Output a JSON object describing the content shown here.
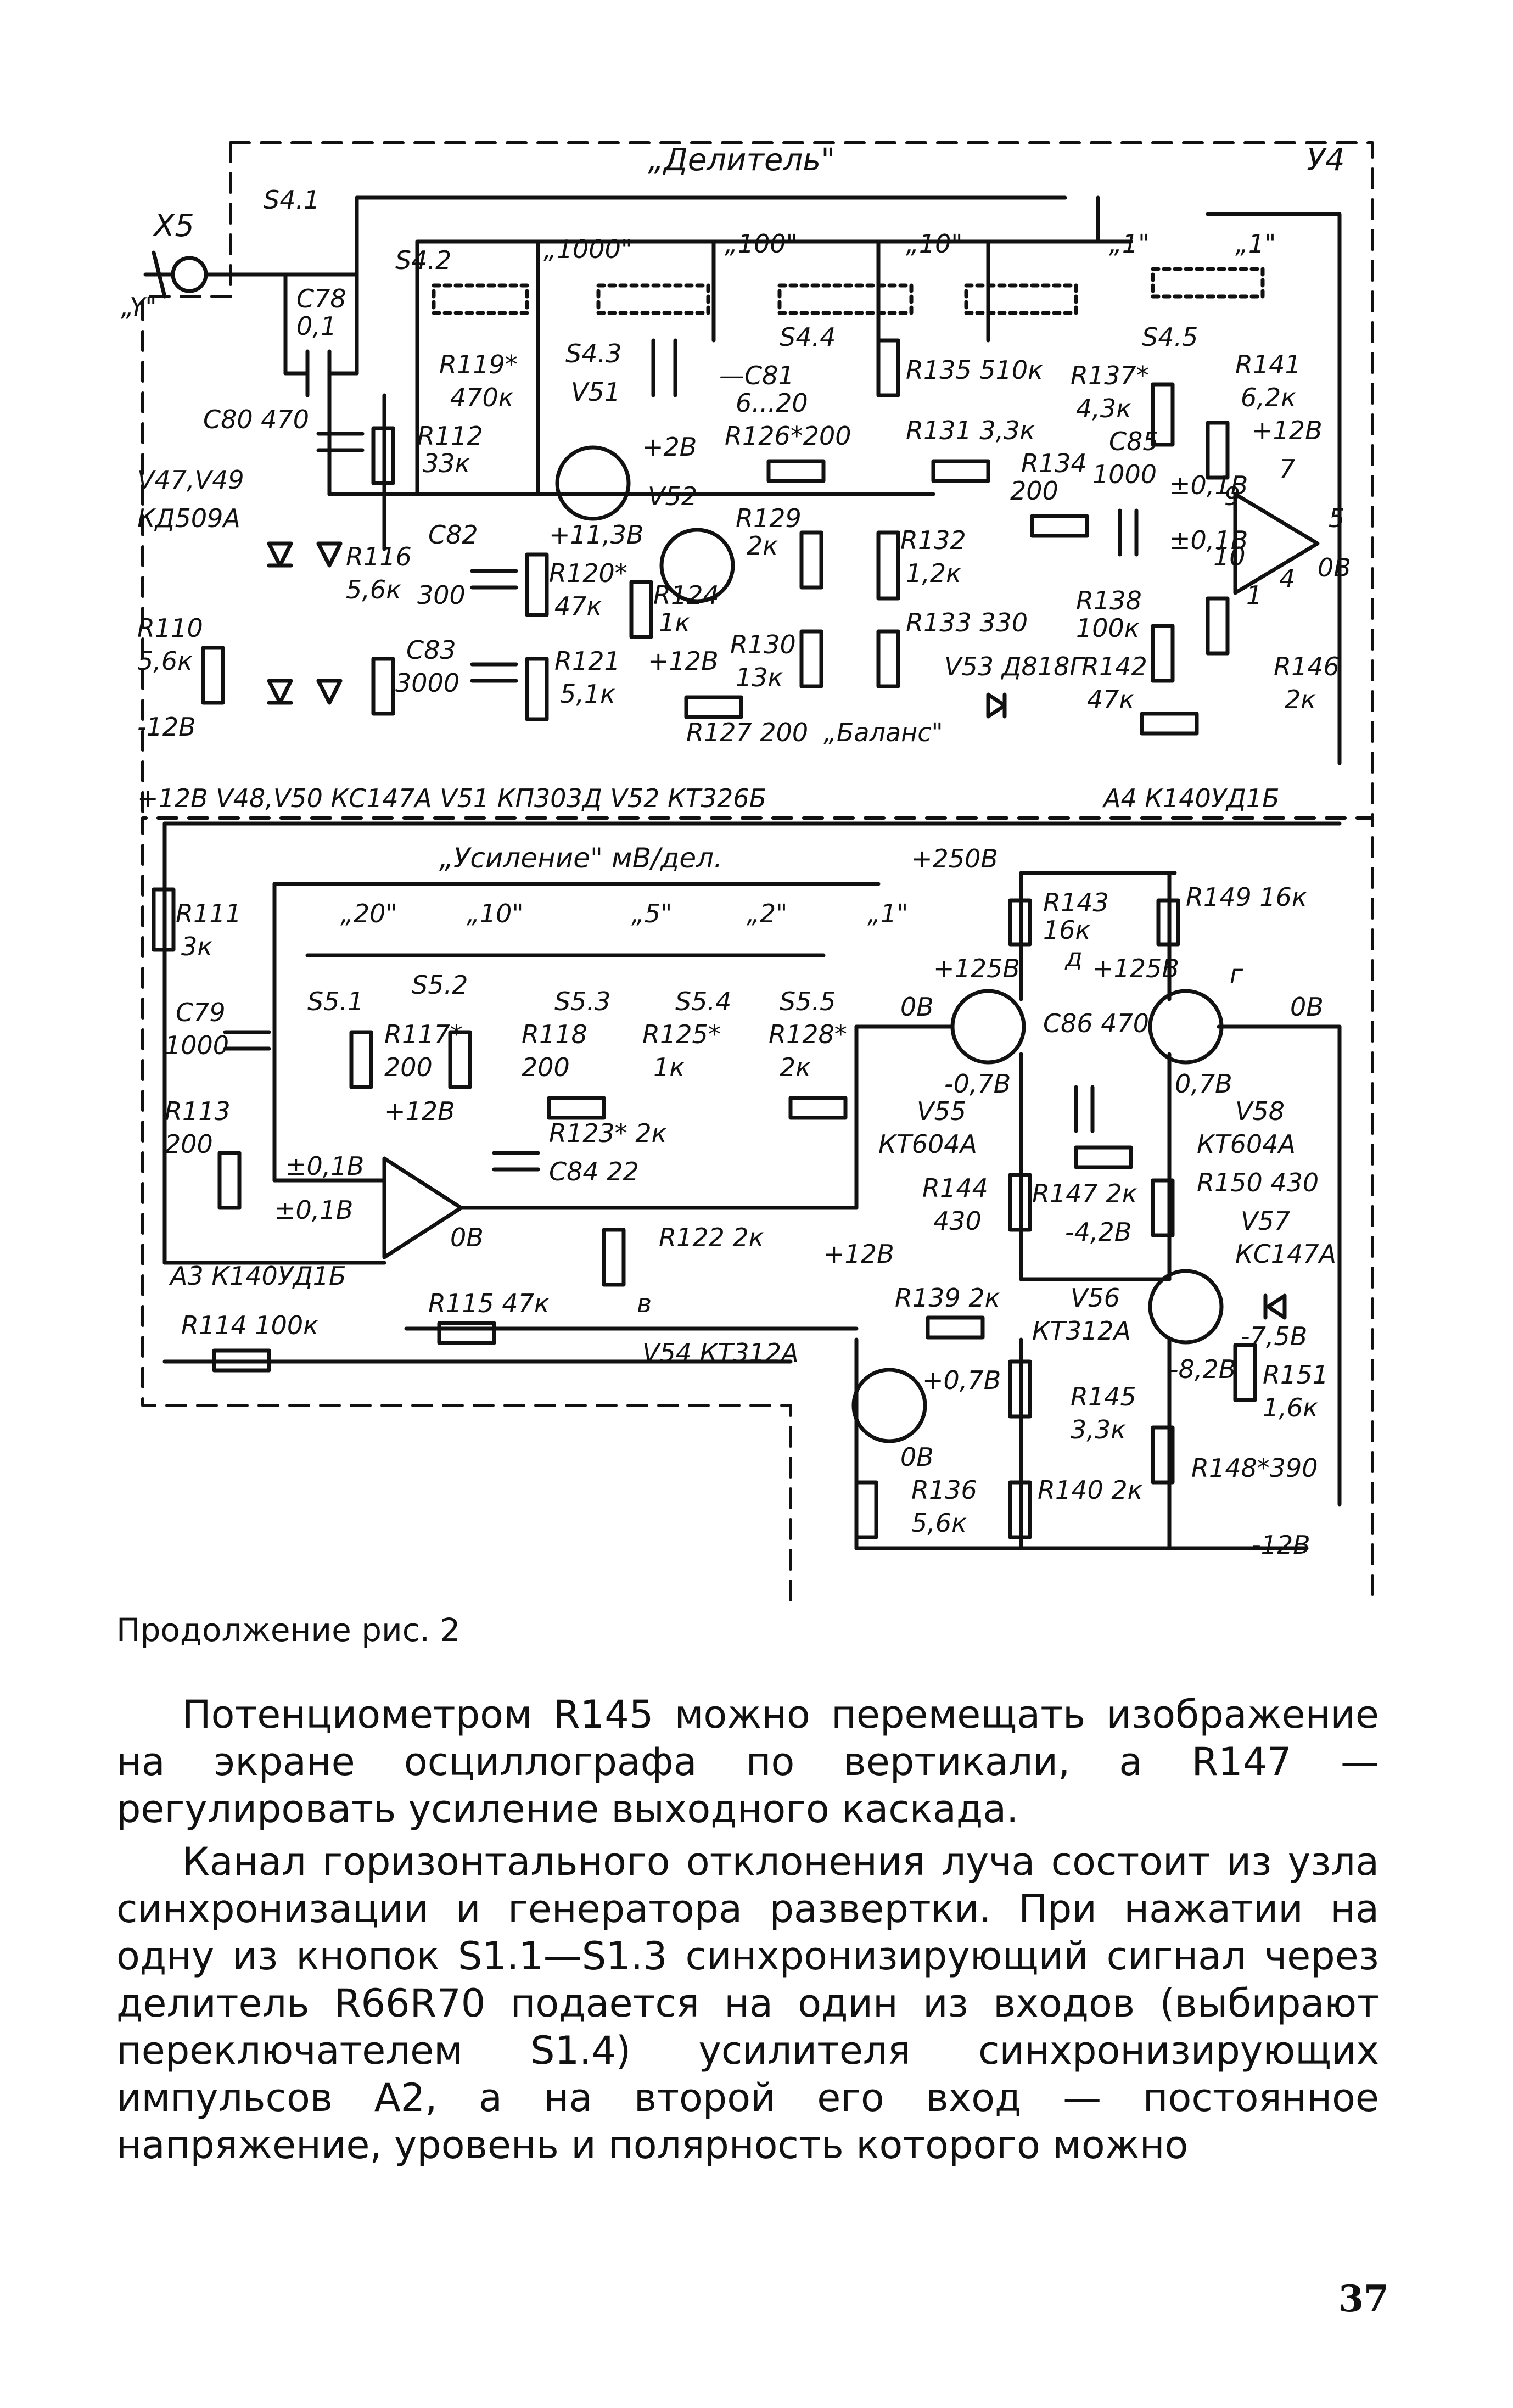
{
  "figure": {
    "title": "„Делитель\"",
    "device_id": "У4",
    "input_connector": "X5",
    "input_label": "„Y\"",
    "labels": {
      "s4_1": "S4.1",
      "s4_2": "S4.2",
      "s4_3": "S4.3",
      "s4_4": "S4.4",
      "s4_5": "S4.5",
      "div_1000": "„1000\"",
      "div_100": "„100\"",
      "div_10": "„10\"",
      "div_1": "„1\"",
      "div_1b": "„1\"",
      "c78": "C78",
      "c78_val": "0,1",
      "c80": "C80 470",
      "r119": "R119*",
      "r119_val": "470к",
      "r112": "R112",
      "r112_val": "33к",
      "v51_lbl": "V51",
      "c81": "—C81",
      "c81_val": "6...20",
      "r135": "R135 510к",
      "r137": "R137*",
      "r137_val": "4,3к",
      "r141": "R141",
      "r141_val": "6,2к",
      "v47": "V47,V49",
      "kd509": "КД509А",
      "plus2v": "+2В",
      "r126": "R126*200",
      "r131": "R131 3,3к",
      "r134": "R134",
      "r134_val": "200",
      "c85": "C85",
      "c85_val": "1000",
      "plus12v_a": "+12В",
      "v52_lbl": "V52",
      "r116": "R116",
      "r116_val": "5,6к",
      "c82": "C82",
      "c82_val": "300",
      "v11_3": "+11,3В",
      "r120": "R120*",
      "r120_val": "47к",
      "r124": "R124",
      "r124_val": "1к",
      "r129": "R129",
      "r129_val": "2к",
      "r132": "R132",
      "r132_val": "1,2к",
      "v_016a": "±0,1В",
      "v_016b": "±0,1В",
      "pin9": "9",
      "pin10": "10",
      "pin7": "7",
      "pin5": "5",
      "pin4": "4",
      "pin1": "1",
      "out_0v": "0В",
      "r110": "R110",
      "r110_val": "5,6к",
      "minus12v_a": "-12В",
      "c83": "C83",
      "c83_val": "3000",
      "r121": "R121",
      "r121_val": "5,1к",
      "plus12v_b": "+12В",
      "r130": "R130",
      "r130_val": "13к",
      "r133": "R133 330",
      "v53": "V53 Д818Г",
      "r138": "R138",
      "r138_val": "100к",
      "r142": "R142",
      "r142_val": "47к",
      "r146": "R146",
      "r146_val": "2к",
      "r127": "R127 200",
      "balans": "„Баланс\"",
      "legend_top": "+12В   V48,V50  КС147А   V51 КП303Д   V52 КТ326Б",
      "a4": "А4 К140УД1Б",
      "usilenie": "„Усиление\" мВ/дел.",
      "plus250": "+250В",
      "r111": "R111",
      "r111_val": "3к",
      "g20": "„20\"",
      "g10": "„10\"",
      "g5": "„5\"",
      "g2": "„2\"",
      "g1": "„1\"",
      "r143": "R143",
      "r143_val": "16к",
      "r149": "R149 16к",
      "v125a": "+125В",
      "v125b": "+125В",
      "to_d": "д",
      "to_g": "г",
      "c79": "C79",
      "c79_val": "1000",
      "s5_1": "S5.1",
      "s5_2": "S5.2",
      "s5_3": "S5.3",
      "s5_4": "S5.4",
      "s5_5": "S5.5",
      "zero_v_a": "0В",
      "zero_v_b": "0В",
      "zero_v_c": "0В",
      "r117": "R117*",
      "r117_val": "200",
      "r118": "R118",
      "r118_val": "200",
      "r125": "R125*",
      "r125_val": "1к",
      "r128": "R128*",
      "r128_val": "2к",
      "c86": "C86 470",
      "r113": "R113",
      "r113_val": "200",
      "plus12v_c": "+12В",
      "r123": "R123* 2к",
      "c84": "C84  22",
      "minus07": "-0,7В",
      "plus07": "0,7В",
      "v55": "V55",
      "kt604a": "КТ604А",
      "v58": "V58",
      "kt604b": "КТ604А",
      "r144": "R144",
      "r144_val": "430",
      "r147": "R147 2к",
      "r150": "R150 430",
      "minus42": "-4,2В",
      "v57": "V57",
      "kc147": "КС147А",
      "a3": "А3  К140УД1Б",
      "r122": "R122  2к",
      "to_v": "в",
      "plus12v_d": "+12В",
      "r114": "R114  100к",
      "r115": "R115 47к",
      "r139": "R139  2к",
      "v56": "V56",
      "kt312": "КТ312А",
      "minus75": "-7,5В",
      "minus82": "-8,2В",
      "r151": "R151",
      "r151_val": "1,6к",
      "v54": "V54  КТ312А",
      "plus07b": "+0,7В",
      "r145": "R145",
      "r145_val": "3,3к",
      "zero_v_d": "0В",
      "r136": "R136",
      "r136_val": "5,6к",
      "r140": "R140  2к",
      "r148": "R148*390",
      "minus12v_b": "-12В"
    }
  },
  "caption": "Продолжение рис. 2",
  "paragraphs": [
    "Потенциометром R145 можно перемещать изображение на экране осциллографа по вертикали, а R147 — регулировать усиление выходного каскада.",
    "Канал горизонтального отклонения луча состоит из узла синхронизации и генератора развертки. При нажатии на одну из кнопок S1.1—S1.3 синхронизирующий сигнал через делитель R66R70 подается на один из входов (выбирают переключателем S1.4) усилителя синхронизирующих импульсов А2, а на второй его вход — постоянное напряжение, уровень и полярность которого можно"
  ],
  "page_number": "37"
}
